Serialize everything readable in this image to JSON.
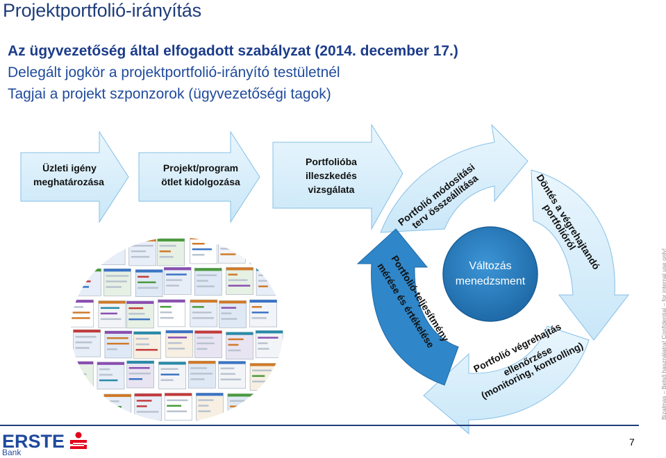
{
  "title": "Projektportfolió-irányítás",
  "bullets": [
    "Az ügyvezetőség által elfogadott szabályzat (2014. december 17.)",
    "Delegált jogkör a projektportfolió-irányító testületnél",
    "Tagjai a projekt szponzorok (ügyvezetőségi tagok)"
  ],
  "arrows": [
    {
      "line1": "Üzleti igény",
      "line2": "meghatározása"
    },
    {
      "line1": "Projekt/program",
      "line2": "ötlet kidolgozása"
    },
    {
      "line1": "Portfolióba",
      "line2": "illeszkedés",
      "line3": "vizsgálata"
    }
  ],
  "cycle": {
    "center_line1": "Változás",
    "center_line2": "menedzsment",
    "seg_top_l1": "Portfolió módosítási",
    "seg_top_l2": "terv összeállítása",
    "seg_right_l1": "Döntés a végrehajtandó",
    "seg_right_l2": "portfolióról",
    "seg_bottom_l1": "Portfolió végrehajtás",
    "seg_bottom_l2": "ellenőrzése",
    "seg_bottom_l3": "(monitoring, kontrolling)",
    "seg_left_l1": "Portfolió-teljesítmény",
    "seg_left_l2": "mérése és értékelése"
  },
  "side_note": "Bizalmas – Belső használatra! Confidential – for internal use only!",
  "logo": {
    "name": "ERSTE",
    "sub": "Bank"
  },
  "page_number": "7",
  "colors": {
    "arrow_fill": "#d7eefb",
    "arrow_stroke": "#6aa9d8",
    "cycle_light": "#d7eefb",
    "cycle_dark": "#2f86c8",
    "center": "#2a7bbd",
    "brand": "#1f4a9c",
    "logo_red": "#e2001a"
  }
}
